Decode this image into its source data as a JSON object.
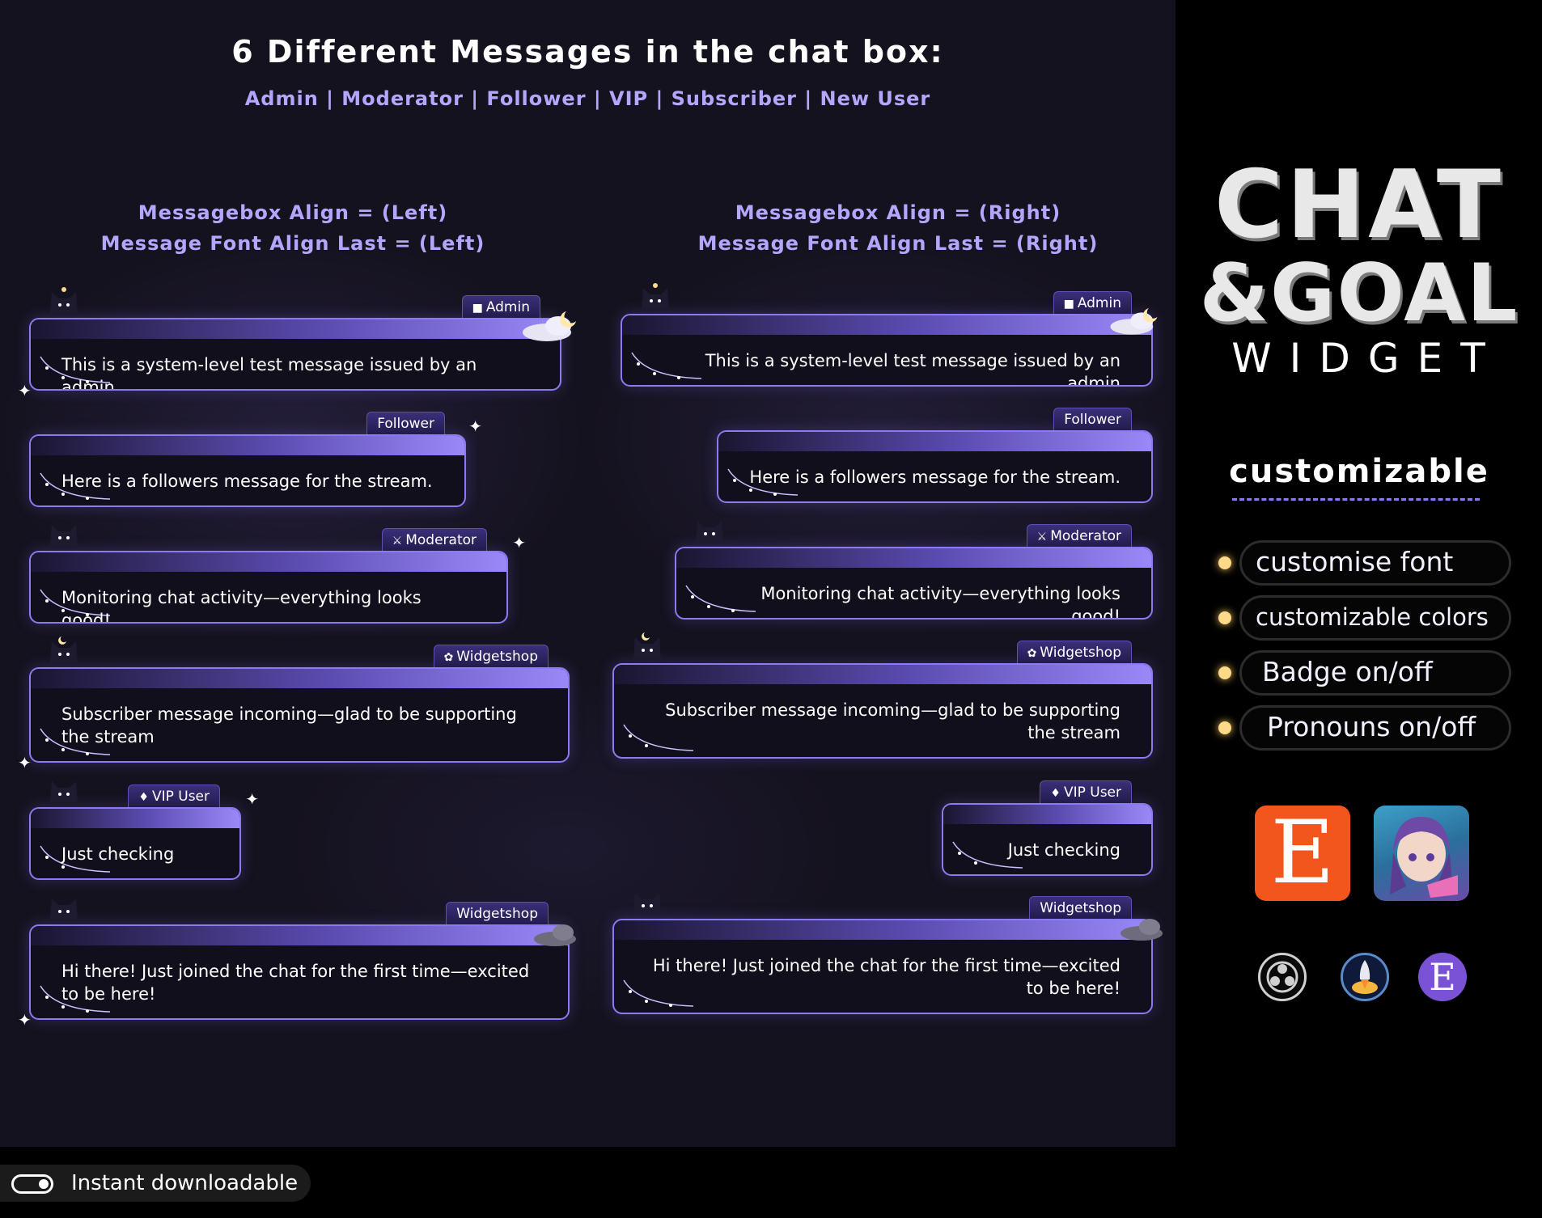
{
  "header": {
    "title": "6 Different Messages in the chat box:",
    "roles": "Admin | Moderator | Follower | VIP | Subscriber | New User"
  },
  "columns": [
    {
      "line1": "Messagebox Align = (Left)",
      "line2": "Message Font Align Last = (Left)"
    },
    {
      "line1": "Messagebox Align = (Right)",
      "line2": "Message Font Align Last = (Right)"
    }
  ],
  "messages": [
    {
      "role": "admin",
      "badge": "Admin",
      "badge_icon": "camera-icon",
      "text": "This is a system-level test message issued by an admin"
    },
    {
      "role": "follower",
      "badge": "Follower",
      "badge_icon": "",
      "text": "Here is a followers message for the stream."
    },
    {
      "role": "moderator",
      "badge": "Moderator",
      "badge_icon": "sword-icon",
      "text": "Monitoring chat activity—everything looks good!"
    },
    {
      "role": "subscriber",
      "badge": "Widgetshop",
      "badge_icon": "star-badge-icon",
      "text": "Subscriber message incoming—glad to be supporting the stream"
    },
    {
      "role": "vip",
      "badge": "VIP User",
      "badge_icon": "diamond-icon",
      "text": "Just checking"
    },
    {
      "role": "new-user",
      "badge": "Widgetshop",
      "badge_icon": "",
      "text": "Hi there! Just joined the chat for the first time—excited to be here!"
    }
  ],
  "brand": {
    "line1": "CHAT",
    "line2": "&GOAL",
    "line3": "WIDGET"
  },
  "customizable": {
    "title": "customizable",
    "features": [
      "customise font",
      "customizable  colors",
      "Badge on/off",
      "Pronouns on/off"
    ]
  },
  "footer": {
    "download_label": "Instant downloadable"
  },
  "colors": {
    "accent": "#8a7bf2",
    "heading": "#b4a6ff",
    "background": "#15121f",
    "etsy": "#f3561c",
    "dot": "#ffd98a"
  }
}
